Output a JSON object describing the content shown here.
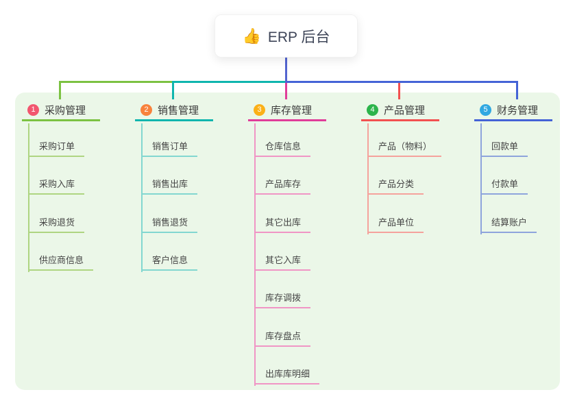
{
  "root": {
    "icon": "👍",
    "title": "ERP 后台"
  },
  "panel_color": "#ebf7e8",
  "root_line_color": "#5364d0",
  "branches": [
    {
      "number": "1",
      "title": "采购管理",
      "badge_color": "#f2566f",
      "line_color": "#7cc242",
      "child_line_color": "#aed581",
      "children": [
        "采购订单",
        "采购入库",
        "采购退货",
        "供应商信息"
      ]
    },
    {
      "number": "2",
      "title": "销售管理",
      "badge_color": "#f8823c",
      "line_color": "#0fb5ae",
      "child_line_color": "#82d7d0",
      "children": [
        "销售订单",
        "销售出库",
        "销售退货",
        "客户信息"
      ]
    },
    {
      "number": "3",
      "title": "库存管理",
      "badge_color": "#fbb018",
      "line_color": "#e03d99",
      "child_line_color": "#f095c5",
      "children": [
        "仓库信息",
        "产品库存",
        "其它出库",
        "其它入库",
        "库存调拨",
        "库存盘点",
        "出库库明细"
      ]
    },
    {
      "number": "4",
      "title": "产品管理",
      "badge_color": "#2cb44b",
      "line_color": "#f25050",
      "child_line_color": "#f5a29c",
      "children": [
        "产品（物料）",
        "产品分类",
        "产品单位"
      ]
    },
    {
      "number": "5",
      "title": "财务管理",
      "badge_color": "#30a8e1",
      "line_color": "#4463d6",
      "child_line_color": "#8ea4dc",
      "children": [
        "回款单",
        "付款单",
        "结算账户"
      ]
    }
  ]
}
